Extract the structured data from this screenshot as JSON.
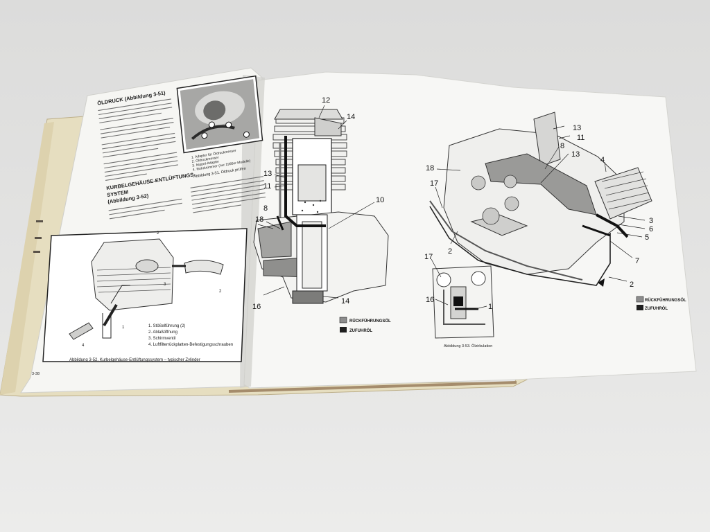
{
  "left_page": {
    "heading_oil_pressure": "ÖLDRUCK (Abbildung 3-51)",
    "legend_351": [
      "1.  Adapter für Öldruckmesser",
      "2.  Öldruckmesser",
      "3.  Nippel-Adapter",
      "4.  Rohrkrümmer (nur 1995er Modelle)"
    ],
    "caption_351": "Abbildung 3-51. Öldruck prüfen",
    "heading_breather_1": "KURBELGEHÄUSE-ENTLÜFTUNGS-",
    "heading_breather_2": "SYSTEM",
    "heading_breather_3": "(Abbildung 3-52)",
    "legend_352": [
      "1.  Stößelführung (2)",
      "2.  Ablaßöffnung",
      "3.  Schirmventil",
      "4.  Luftfilterrückplatten-Befestigungsschrauben"
    ],
    "caption_352": "Abbildung 3-52. Kurbelgehäuse-Entlüftungssystem – typischer Zylinder",
    "page_number": "3-38"
  },
  "right_page": {
    "legend_return": "RÜCKFÜHRUNGSÖL",
    "legend_feed": "ZUFUHRÖL",
    "caption_353": "Abbildung 3-53. Ölzirkulation",
    "cyl_numbers": [
      "12",
      "14",
      "13",
      "11",
      "10",
      "18",
      "8",
      "16",
      "14"
    ],
    "case_numbers": [
      "13",
      "11",
      "8",
      "13",
      "4",
      "18",
      "17",
      "2",
      "3",
      "6",
      "5",
      "7",
      "2"
    ],
    "detail_numbers": [
      "17",
      "16",
      "1"
    ],
    "legend_return_2": "RÜCKFÜHRUNGSÖL",
    "legend_feed_2": "ZUFUHRÖL"
  },
  "colors": {
    "background": "#e2e2e1",
    "paper": "#f5f5f2",
    "cover": "#e9e2c5",
    "return_oil": "#8c8c8c",
    "feed_oil": "#1e1e1e"
  }
}
